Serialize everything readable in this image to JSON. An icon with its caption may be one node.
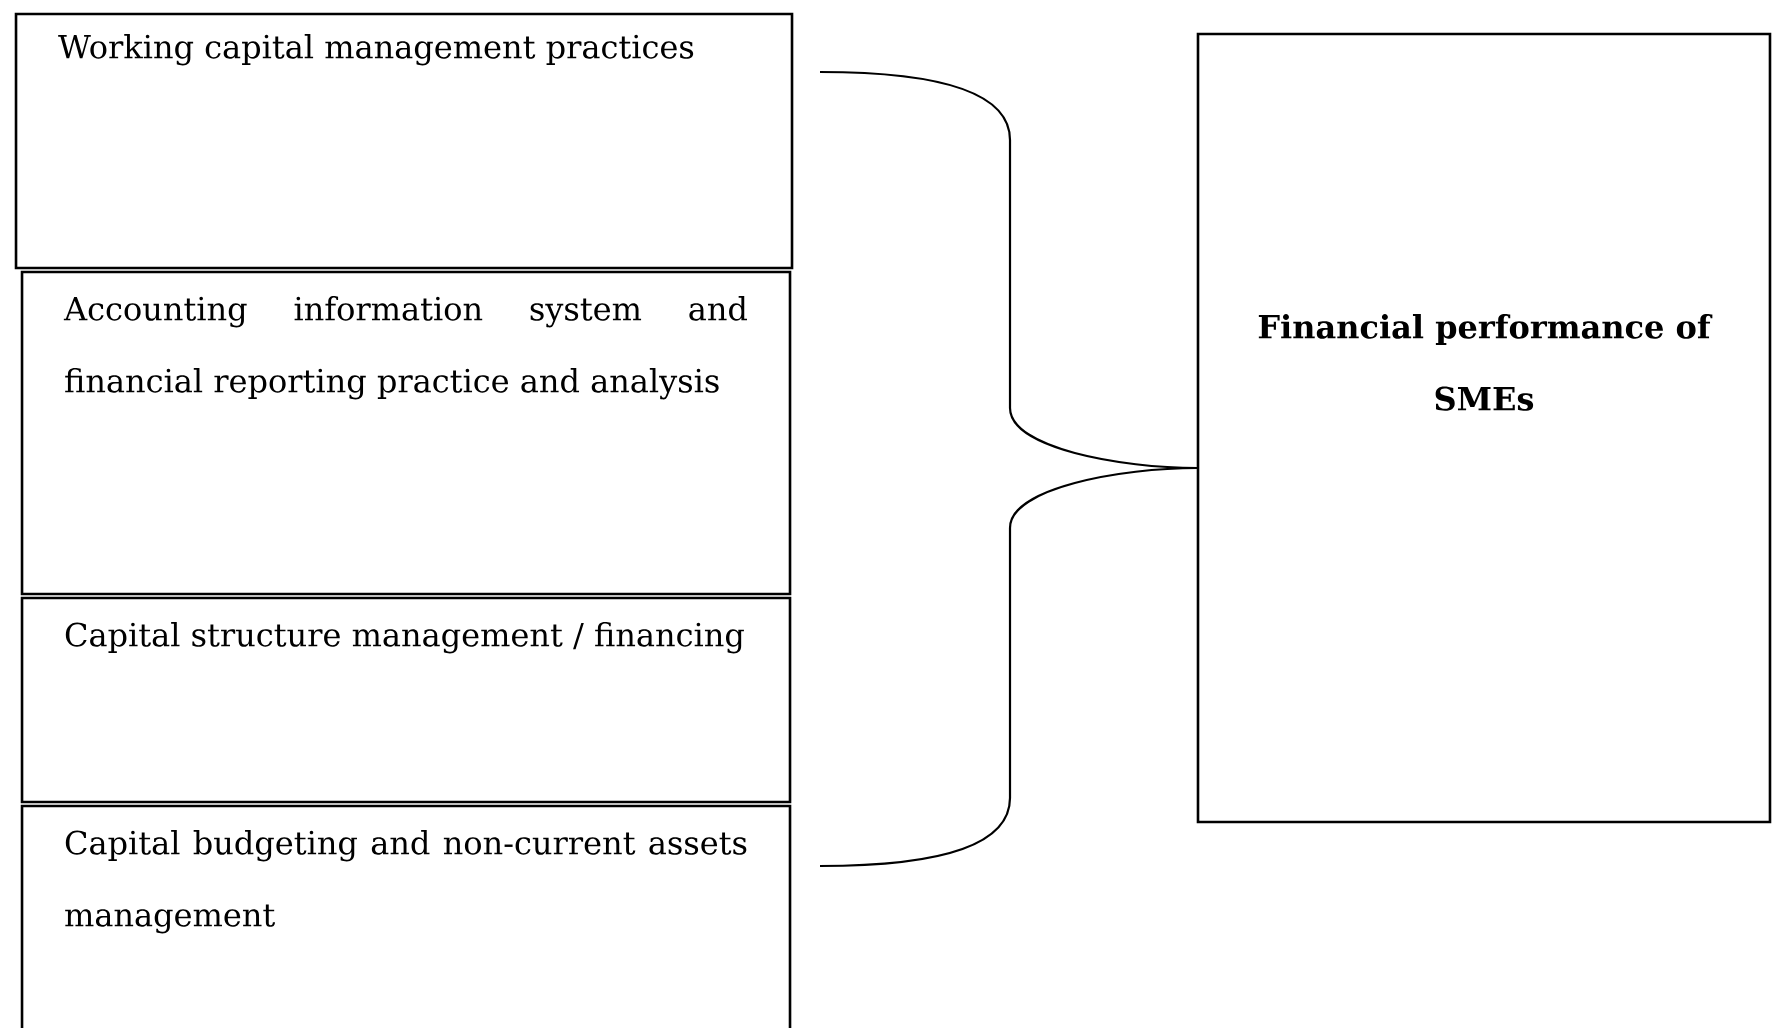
{
  "diagram": {
    "nodes": [
      {
        "text": [
          "Working capital management practices"
        ]
      },
      {
        "text": [
          "Accounting information system and financial reporting practice and analysis"
        ]
      },
      {
        "text": [
          "Capital structure management / financing"
        ]
      },
      {
        "text": [
          "Capital budgeting and non-current assets management"
        ]
      },
      {
        "text": [
          "Financial performance of SMEs"
        ]
      }
    ],
    "edges": [
      {
        "from": 0,
        "to": 4,
        "arrow": "none"
      },
      {
        "from": 3,
        "to": 4,
        "arrow": "none"
      }
    ]
  }
}
